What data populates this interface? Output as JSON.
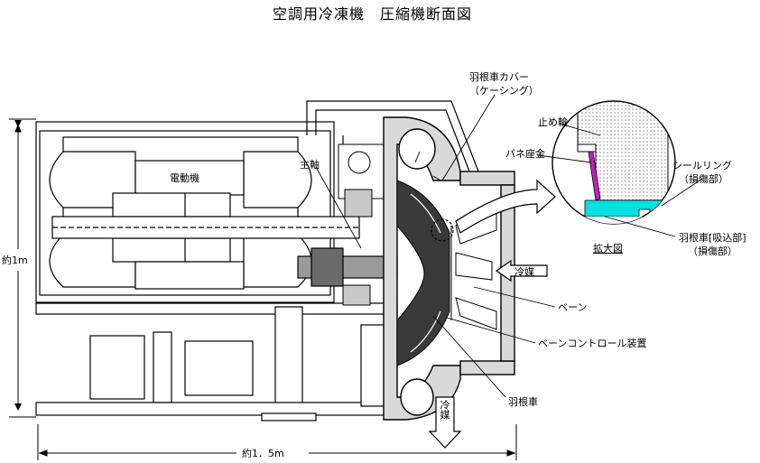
{
  "title": "空調用冷凍機　圧縮機断面図",
  "labels": {
    "motor": "電動機",
    "main_shaft": "主軸",
    "impeller_cover_line1": "羽根車カバー",
    "impeller_cover_line2": "（ケーシング）",
    "stop_ring": "止め輪",
    "spring_seat": "バネ座金",
    "seal_ring_line1": "シールリング",
    "seal_ring_line2": "（損傷部）",
    "impeller_suction_line1": "羽根車[吸込部]",
    "impeller_suction_line2": "（損傷部）",
    "enlarged_view": "拡大図",
    "refrigerant_in": "冷媒",
    "refrigerant_out": "冷媒",
    "vane": "ベーン",
    "vane_control": "ベーンコントロール装置",
    "impeller": "羽根車",
    "height_dim": "約1m",
    "width_dim": "約1．5m"
  },
  "colors": {
    "line": "#000000",
    "seal_ring": "#00e0e0",
    "spring_seat": "#c020c0",
    "casing_fill": "#d9d9d9",
    "impeller_fill": "#3a3a3a"
  }
}
